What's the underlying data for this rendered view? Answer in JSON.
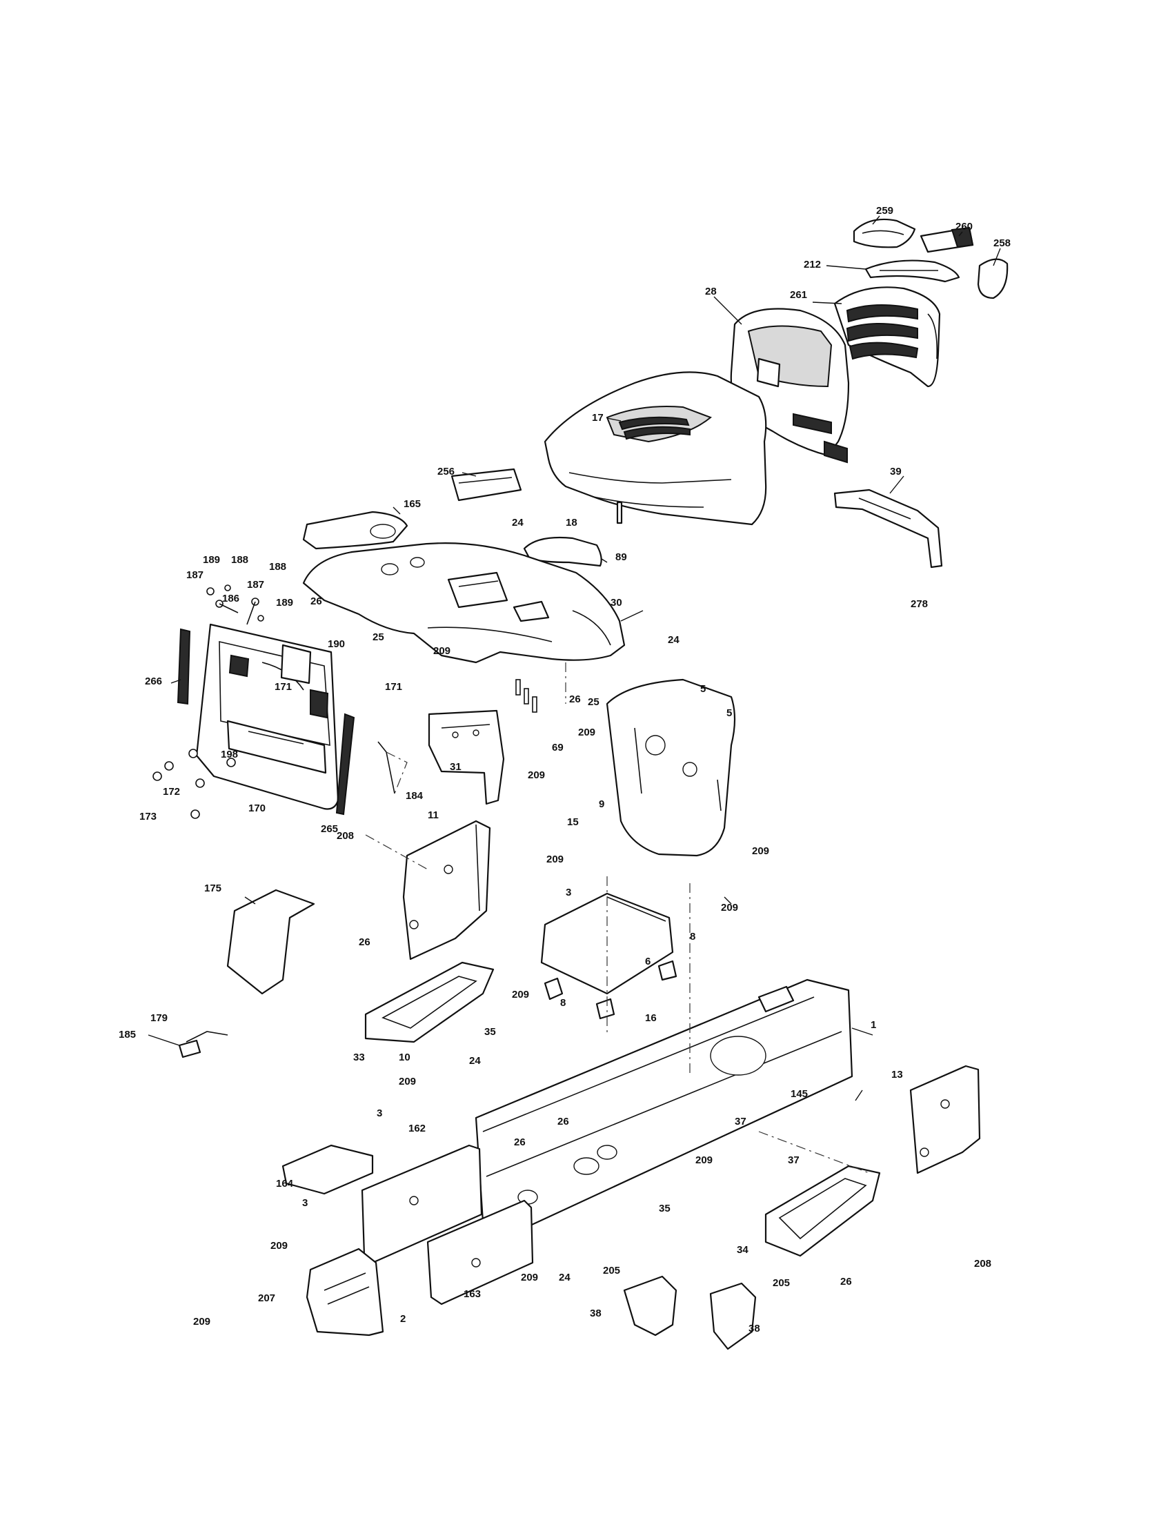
{
  "diagram": {
    "callouts": [
      {
        "id": "c259",
        "text": "259"
      },
      {
        "id": "c260",
        "text": "260"
      },
      {
        "id": "c258",
        "text": "258"
      },
      {
        "id": "c212",
        "text": "212"
      },
      {
        "id": "c28",
        "text": "28"
      },
      {
        "id": "c261",
        "text": "261"
      },
      {
        "id": "c17",
        "text": "17"
      },
      {
        "id": "c256",
        "text": "256"
      },
      {
        "id": "c165",
        "text": "165"
      },
      {
        "id": "c24a",
        "text": "24"
      },
      {
        "id": "c18",
        "text": "18"
      },
      {
        "id": "c39",
        "text": "39"
      },
      {
        "id": "c89",
        "text": "89"
      },
      {
        "id": "c278",
        "text": "278"
      },
      {
        "id": "c189a",
        "text": "189"
      },
      {
        "id": "c188a",
        "text": "188"
      },
      {
        "id": "c187a",
        "text": "187"
      },
      {
        "id": "c188b",
        "text": "188"
      },
      {
        "id": "c187b",
        "text": "187"
      },
      {
        "id": "c186",
        "text": "186"
      },
      {
        "id": "c189b",
        "text": "189"
      },
      {
        "id": "c26a",
        "text": "26"
      },
      {
        "id": "c25a",
        "text": "25"
      },
      {
        "id": "c30",
        "text": "30"
      },
      {
        "id": "c24b",
        "text": "24"
      },
      {
        "id": "c190",
        "text": "190"
      },
      {
        "id": "c266",
        "text": "266"
      },
      {
        "id": "c171a",
        "text": "171"
      },
      {
        "id": "c171b",
        "text": "171"
      },
      {
        "id": "c209a",
        "text": "209"
      },
      {
        "id": "c26b",
        "text": "26"
      },
      {
        "id": "c25b",
        "text": "25"
      },
      {
        "id": "c5a",
        "text": "5"
      },
      {
        "id": "c5b",
        "text": "5"
      },
      {
        "id": "c198",
        "text": "198"
      },
      {
        "id": "c172",
        "text": "172"
      },
      {
        "id": "c173",
        "text": "173"
      },
      {
        "id": "c170",
        "text": "170"
      },
      {
        "id": "c69",
        "text": "69"
      },
      {
        "id": "c31",
        "text": "31"
      },
      {
        "id": "c209b",
        "text": "209"
      },
      {
        "id": "c209c",
        "text": "209"
      },
      {
        "id": "c184",
        "text": "184"
      },
      {
        "id": "c9",
        "text": "9"
      },
      {
        "id": "c11",
        "text": "11"
      },
      {
        "id": "c265",
        "text": "265"
      },
      {
        "id": "c15",
        "text": "15"
      },
      {
        "id": "c209d",
        "text": "209"
      },
      {
        "id": "c208a",
        "text": "208"
      },
      {
        "id": "c209e",
        "text": "209"
      },
      {
        "id": "c175",
        "text": "175"
      },
      {
        "id": "c3a",
        "text": "3"
      },
      {
        "id": "c209f",
        "text": "209"
      },
      {
        "id": "c8a",
        "text": "8"
      },
      {
        "id": "c26c",
        "text": "26"
      },
      {
        "id": "c6",
        "text": "6"
      },
      {
        "id": "c209g",
        "text": "209"
      },
      {
        "id": "c8b",
        "text": "8"
      },
      {
        "id": "c179",
        "text": "179"
      },
      {
        "id": "c16",
        "text": "16"
      },
      {
        "id": "c1",
        "text": "1"
      },
      {
        "id": "c185",
        "text": "185"
      },
      {
        "id": "c35a",
        "text": "35"
      },
      {
        "id": "c33",
        "text": "33"
      },
      {
        "id": "c10",
        "text": "10"
      },
      {
        "id": "c24c",
        "text": "24"
      },
      {
        "id": "c13",
        "text": "13"
      },
      {
        "id": "c209h",
        "text": "209"
      },
      {
        "id": "c145",
        "text": "145"
      },
      {
        "id": "c3b",
        "text": "3"
      },
      {
        "id": "c26d",
        "text": "26"
      },
      {
        "id": "c162",
        "text": "162"
      },
      {
        "id": "c37a",
        "text": "37"
      },
      {
        "id": "c26e",
        "text": "26"
      },
      {
        "id": "c209i",
        "text": "209"
      },
      {
        "id": "c37b",
        "text": "37"
      },
      {
        "id": "c164",
        "text": "164"
      },
      {
        "id": "c3c",
        "text": "3"
      },
      {
        "id": "c35b",
        "text": "35"
      },
      {
        "id": "c209j",
        "text": "209"
      },
      {
        "id": "c34",
        "text": "34"
      },
      {
        "id": "c208b",
        "text": "208"
      },
      {
        "id": "c209k",
        "text": "209"
      },
      {
        "id": "c24d",
        "text": "24"
      },
      {
        "id": "c163",
        "text": "163"
      },
      {
        "id": "c26f",
        "text": "26"
      },
      {
        "id": "c207",
        "text": "207"
      },
      {
        "id": "c205a",
        "text": "205"
      },
      {
        "id": "c205b",
        "text": "205"
      },
      {
        "id": "c209l",
        "text": "209"
      },
      {
        "id": "c2",
        "text": "2"
      },
      {
        "id": "c38a",
        "text": "38"
      },
      {
        "id": "c38b",
        "text": "38"
      }
    ]
  }
}
